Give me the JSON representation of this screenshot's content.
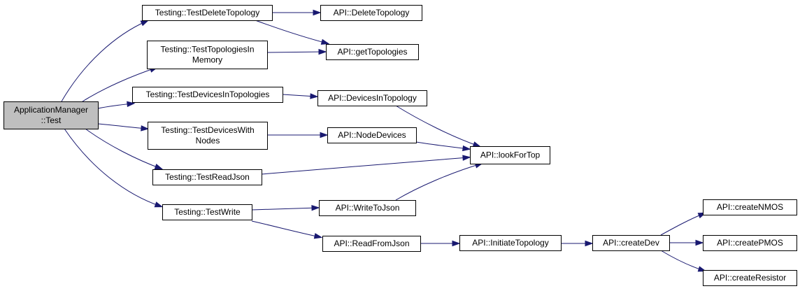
{
  "graph": {
    "nodes": {
      "app_test": [
        "ApplicationManager",
        "::Test"
      ],
      "test_delete_topology": [
        "Testing::TestDeleteTopology"
      ],
      "test_topologies_in_memory": [
        "Testing::TestTopologiesIn",
        "Memory"
      ],
      "test_devices_in_topologies": [
        "Testing::TestDevicesInTopologies"
      ],
      "test_devices_with_nodes": [
        "Testing::TestDevicesWith",
        "Nodes"
      ],
      "test_read_json": [
        "Testing::TestReadJson"
      ],
      "test_write": [
        "Testing::TestWrite"
      ],
      "api_delete_topology": [
        "API::DeleteTopology"
      ],
      "api_get_topologies": [
        "API::getTopologies"
      ],
      "api_devices_in_topology": [
        "API::DevicesInTopology"
      ],
      "api_node_devices": [
        "API::NodeDevices"
      ],
      "api_look_for_top": [
        "API::lookForTop"
      ],
      "api_write_to_json": [
        "API::WriteToJson"
      ],
      "api_read_from_json": [
        "API::ReadFromJson"
      ],
      "api_initiate_topology": [
        "API::InitiateTopology"
      ],
      "api_create_dev": [
        "API::createDev"
      ],
      "api_create_nmos": [
        "API::createNMOS"
      ],
      "api_create_pmos": [
        "API::createPMOS"
      ],
      "api_create_resistor": [
        "API::createResistor"
      ]
    },
    "edges": [
      [
        "app_test",
        "test_delete_topology"
      ],
      [
        "app_test",
        "test_topologies_in_memory"
      ],
      [
        "app_test",
        "test_devices_in_topologies"
      ],
      [
        "app_test",
        "test_devices_with_nodes"
      ],
      [
        "app_test",
        "test_read_json"
      ],
      [
        "app_test",
        "test_write"
      ],
      [
        "test_delete_topology",
        "api_delete_topology"
      ],
      [
        "test_delete_topology",
        "api_get_topologies"
      ],
      [
        "test_topologies_in_memory",
        "api_get_topologies"
      ],
      [
        "test_devices_in_topologies",
        "api_devices_in_topology"
      ],
      [
        "test_devices_with_nodes",
        "api_node_devices"
      ],
      [
        "api_devices_in_topology",
        "api_look_for_top"
      ],
      [
        "api_node_devices",
        "api_look_for_top"
      ],
      [
        "test_read_json",
        "api_look_for_top"
      ],
      [
        "test_write",
        "api_write_to_json"
      ],
      [
        "test_write",
        "api_read_from_json"
      ],
      [
        "api_write_to_json",
        "api_look_for_top"
      ],
      [
        "api_read_from_json",
        "api_initiate_topology"
      ],
      [
        "api_initiate_topology",
        "api_create_dev"
      ],
      [
        "api_create_dev",
        "api_create_nmos"
      ],
      [
        "api_create_dev",
        "api_create_pmos"
      ],
      [
        "api_create_dev",
        "api_create_resistor"
      ]
    ],
    "colors": {
      "edge": "#191970",
      "root_fill": "#bfbfbf",
      "node_fill": "#ffffff",
      "node_stroke": "#000000"
    }
  }
}
